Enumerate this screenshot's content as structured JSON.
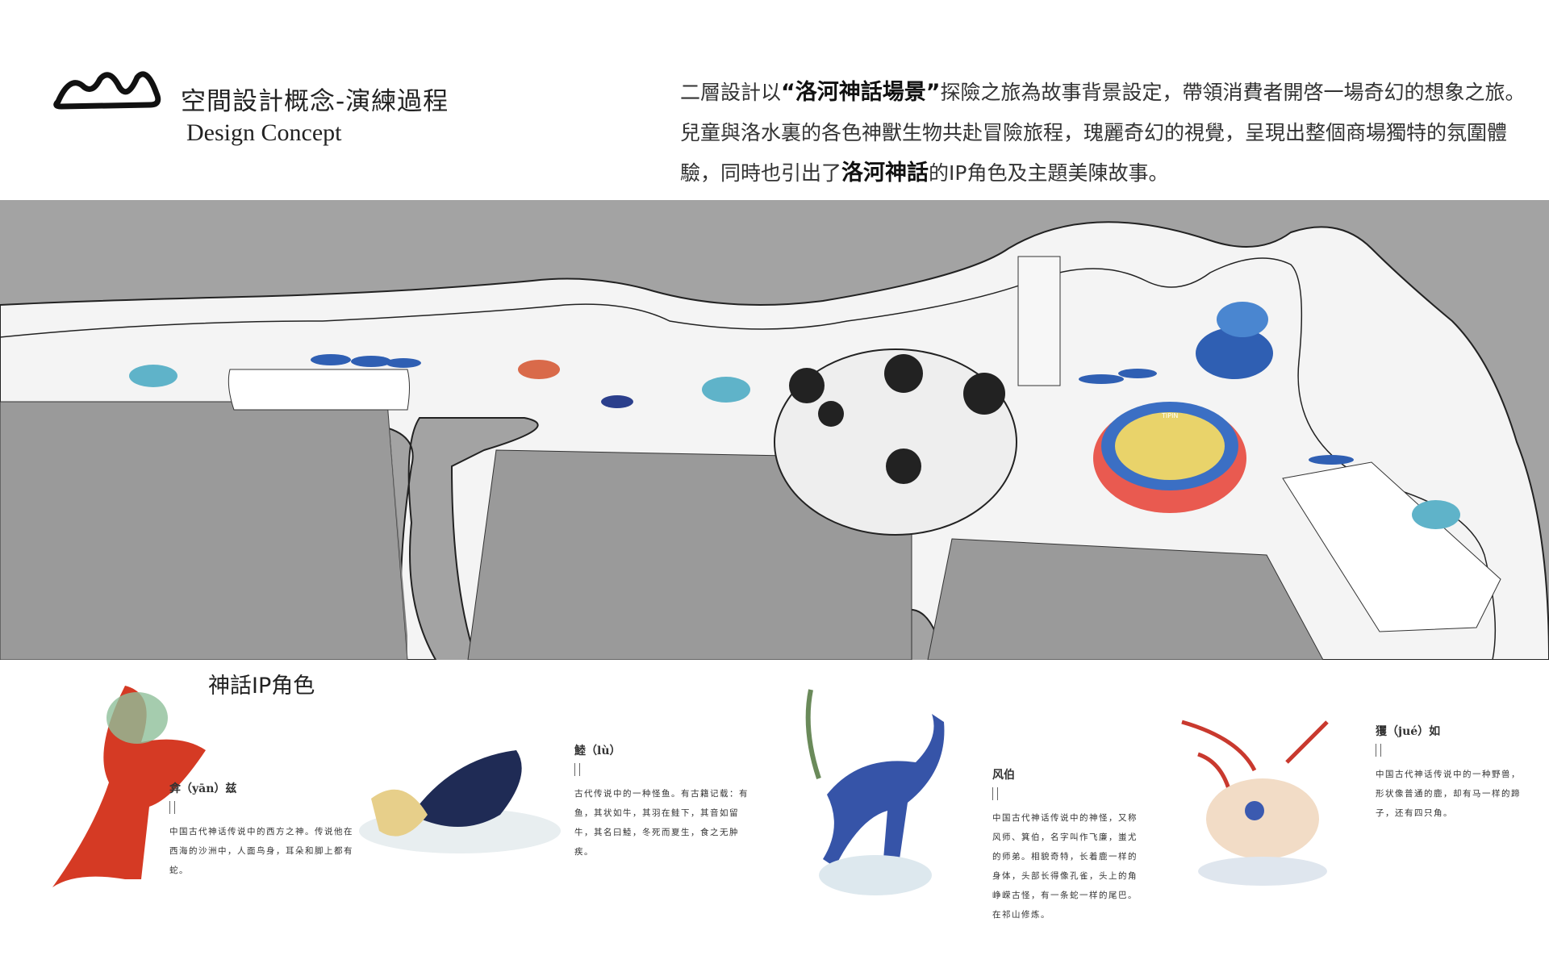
{
  "header": {
    "title": "空間設計概念-演練過程",
    "subtitle": "Design Concept",
    "intro": {
      "p1": "二層設計以",
      "highlight1": "“洛河神話場景”",
      "p2": "探險之旅為故事背景設定，帶領消費者開啓一場奇幻的想象之旅。兒童與洛水裏的各色神獸生物共赴冒險旅程，瑰麗奇幻的視覺，呈現出整個商場獨特的氛圍體驗，同時也引出了",
      "highlight2": "洛河神話",
      "p3": "的IP角色及主題美陳故事。"
    }
  },
  "plan": {
    "colors": {
      "ground": "#a3a3a3",
      "walkway": "#f4f4f4",
      "block": "#9a9a9a",
      "blue": "#2f5fb3",
      "teal": "#5fb3c9"
    },
    "labels": {
      "play_area_sign": "TIPIN"
    }
  },
  "ip_section": {
    "title": "神話IP角色",
    "characters": [
      {
        "name": "弇（yān）兹",
        "desc": "中国古代神话传说中的西方之神。传说他在西海的沙洲中，人面鸟身，耳朵和脚上都有蛇。"
      },
      {
        "name": "鯥（lù）",
        "desc": "古代传说中的一种怪鱼。有古籍记载：有鱼，其状如牛，其羽在鲑下，其音如留牛，其名曰鯥，冬死而夏生，食之无肿疾。"
      },
      {
        "name": "风伯",
        "desc": "中国古代神话传说中的神怪，又称风师、箕伯，名字叫作飞廉，蚩尤的师弟。相貌奇特，长着鹿一样的身体，头部长得像孔雀，头上的角峥嵘古怪，有一条蛇一样的尾巴。在祁山修炼。"
      },
      {
        "name": "玃（jué）如",
        "desc": "中国古代神话传说中的一种野兽，形状像普通的鹿，却有马一样的蹄子，还有四只角。"
      }
    ]
  }
}
